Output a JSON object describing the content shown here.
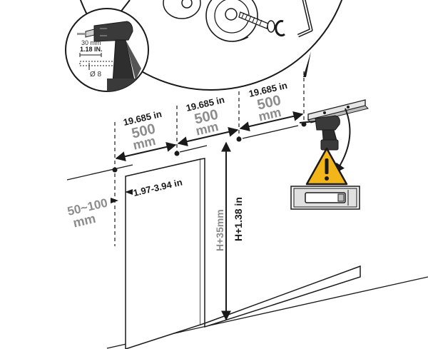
{
  "dimensions": {
    "spacing": [
      {
        "inches": "19.685 in",
        "mm_value": "500",
        "mm_unit": "mm"
      },
      {
        "inches": "19.685 in",
        "mm_value": "500",
        "mm_unit": "mm"
      },
      {
        "inches": "19.685 in",
        "mm_value": "500",
        "mm_unit": "mm"
      }
    ],
    "edge_offset_mm": "50~100",
    "edge_offset_unit": "mm",
    "edge_offset_in": "1.97-3.94 in",
    "height_mm": "H+35mm",
    "height_in": "H+1.38 in"
  },
  "drill": {
    "depth_mm": "30 mm",
    "depth_in": "1.18 IN.",
    "diameter": "Ø 8"
  },
  "colors": {
    "line": "#1a1a1a",
    "gray_label": "#8c8c8c",
    "warning_fill": "#f2b51a",
    "drill_body": "#3a3a3a"
  },
  "icons": {
    "warning": "warning-triangle-icon",
    "level": "spirit-level-icon",
    "drill": "drill-icon"
  }
}
